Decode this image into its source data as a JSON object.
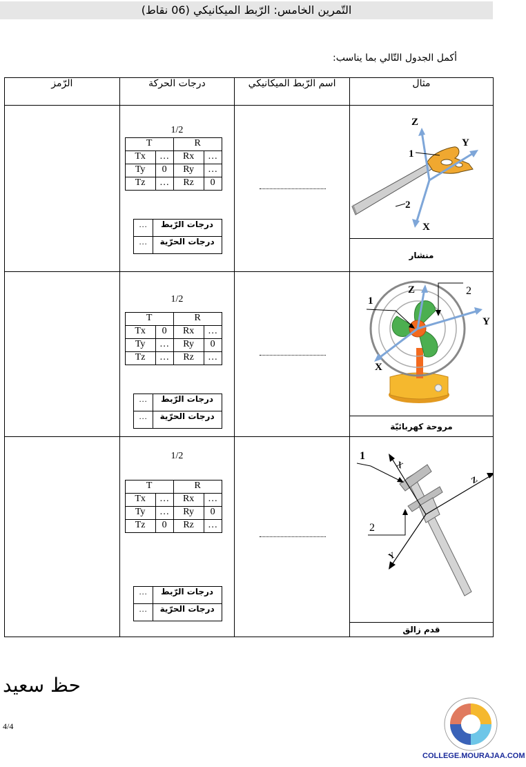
{
  "header": {
    "title": "التّمرين  الخامس: الرّبط الميكانيكي  (06 نقاط)"
  },
  "instruction": "أكمل الجدول التّالي بما يناسب:",
  "table": {
    "headers": {
      "symbol": "الرّمز",
      "dof": "درجات الحركة",
      "name": "اسم الرّبط الميكانيكي",
      "example": "مثال"
    },
    "rows": [
      {
        "fraction": "1/2",
        "tr_head": [
          "T",
          "R"
        ],
        "tr": [
          [
            "Tx",
            "…",
            "Rx",
            "…"
          ],
          [
            "Ty",
            "0",
            "Ry",
            "…"
          ],
          [
            "Tz",
            "…",
            "Rz",
            "0"
          ]
        ],
        "counts": [
          {
            "label": "درجات الرّبط",
            "value": "…"
          },
          {
            "label": "درجات الحرّية",
            "value": "…"
          }
        ],
        "caption": "منشار",
        "labels": {
          "z": "Z",
          "y": "Y",
          "x": "X",
          "p1": "1",
          "p2": "2"
        }
      },
      {
        "fraction": "1/2",
        "tr_head": [
          "T",
          "R"
        ],
        "tr": [
          [
            "Tx",
            "0",
            "Rx",
            "…"
          ],
          [
            "Ty",
            "…",
            "Ry",
            "0"
          ],
          [
            "Tz",
            "…",
            "Rz",
            "…"
          ]
        ],
        "counts": [
          {
            "label": "درجات الرّبط",
            "value": "…"
          },
          {
            "label": "درجات الحرّية",
            "value": "…"
          }
        ],
        "caption": "مروحة كهربائيّة",
        "labels": {
          "z": "Z",
          "y": "Y",
          "x": "X",
          "p1": "1",
          "p2": "2"
        }
      },
      {
        "fraction": "1/2",
        "tr_head": [
          "T",
          "R"
        ],
        "tr": [
          [
            "Tx",
            "…",
            "Rx",
            "…"
          ],
          [
            "Ty",
            "…",
            "Ry",
            "0"
          ],
          [
            "Tz",
            "0",
            "Rz",
            "…"
          ]
        ],
        "counts": [
          {
            "label": "درجات الرّبط",
            "value": "…"
          },
          {
            "label": "درجات الحرّية",
            "value": "…"
          }
        ],
        "caption": "قدم زالق",
        "labels": {
          "z": "Z",
          "y": "Y",
          "x": "X",
          "p1": "1",
          "p2": "2"
        }
      }
    ]
  },
  "footer": {
    "greeting": "حظ سعيد",
    "page": "4/4",
    "logo_text": "COLLEGE.MOURAJAA.COM"
  },
  "colors": {
    "axis": "#7ea6d8",
    "saw_blade": "#c8c8c8",
    "saw_handle": "#f0a830",
    "fan_blade": "#4caf50",
    "fan_hub": "#f36a1e",
    "fan_base": "#f5b82e"
  }
}
